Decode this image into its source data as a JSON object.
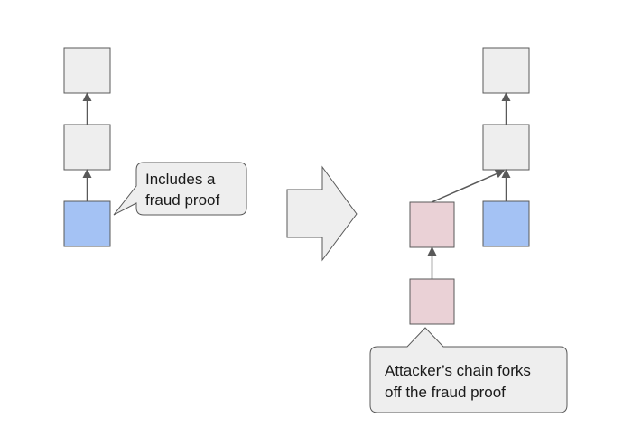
{
  "colors": {
    "background": "#ffffff",
    "chain_block_fill": "#eeeeee",
    "fraud_proof_block_fill": "#a4c2f4",
    "attacker_block_fill": "#ead1d6",
    "block_stroke": "#595959",
    "callout_fill": "#eeeeee",
    "callout_stroke": "#595959",
    "transition_arrow_fill": "#eeeeee",
    "link_arrow": "#595959"
  },
  "left_panel": {
    "callout": {
      "line1": "Includes a",
      "line2": "fraud proof"
    }
  },
  "right_panel": {
    "callout": {
      "line1": "Attacker’s chain forks",
      "line2": "off the fraud proof"
    }
  }
}
